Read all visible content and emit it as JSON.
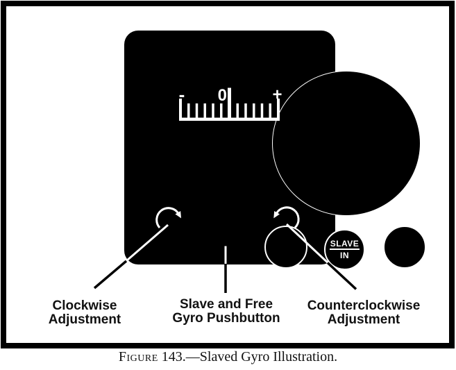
{
  "figure": {
    "panel": {
      "gauge": {
        "minus_label": "-",
        "zero_label": "0",
        "plus_label": "+",
        "minor_ticks_per_side": 5,
        "end_ticks": 2,
        "needle_position": "center"
      },
      "pushbutton": {
        "line1": "SLAVE",
        "line2": "IN"
      },
      "icons": {
        "left_knob": "clockwise-arrow-icon",
        "right_knob": "counterclockwise-arrow-icon"
      }
    },
    "callouts": [
      {
        "line1": "Clockwise",
        "line2": "Adjustment"
      },
      {
        "line1": "Slave and Free",
        "line2": "Gyro Pushbutton"
      },
      {
        "line1": "Counterclockwise",
        "line2": "Adjustment"
      }
    ],
    "caption": {
      "figure_word": "Figure",
      "rest": " 143.—Slaved Gyro Illustration."
    }
  },
  "colors": {
    "page_bg": "#ffffff",
    "frame_border": "#000000",
    "panel_bg": "#000000",
    "panel_line": "#ffffff",
    "leader_outside": "#000000",
    "text": "#111111"
  }
}
